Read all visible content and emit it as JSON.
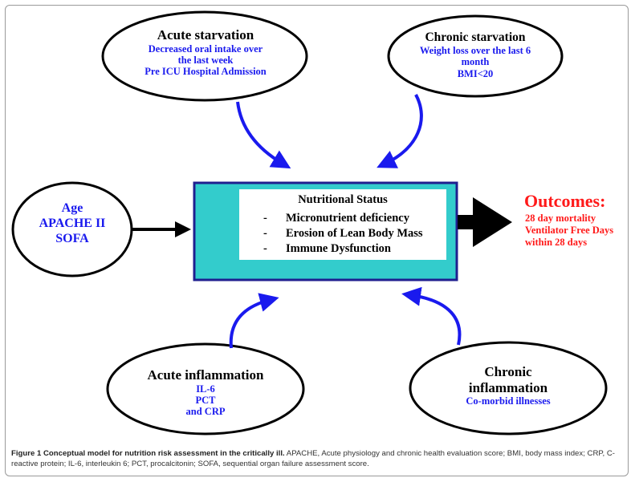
{
  "acute_starvation": {
    "title": "Acute starvation",
    "lines": [
      "Decreased oral intake over",
      "the last week",
      "Pre ICU Hospital Admission"
    ]
  },
  "chronic_starvation": {
    "title": "Chronic starvation",
    "lines": [
      "Weight loss over the last 6",
      "month",
      "BMI<20"
    ]
  },
  "scores": {
    "lines": [
      "Age",
      "APACHE II",
      "SOFA"
    ]
  },
  "nutritional_status": {
    "title": "Nutritional Status",
    "items": [
      "Micronutrient deficiency",
      "Erosion of Lean Body Mass",
      "Immune Dysfunction"
    ],
    "bullet": "-"
  },
  "outcomes": {
    "title": "Outcomes:",
    "lines": [
      "28 day mortality",
      "Ventilator Free Days",
      "within 28 days"
    ]
  },
  "acute_inflammation": {
    "title": "Acute inflammation",
    "lines": [
      "IL-6",
      "PCT",
      "and CRP"
    ]
  },
  "chronic_inflammation": {
    "title_lines": [
      "Chronic",
      "inflammation"
    ],
    "lines": [
      "Co-morbid illnesses"
    ]
  },
  "caption": {
    "label": "Figure 1 Conceptual model for nutrition risk assessment in the critically ill.",
    "text": " APACHE, Acute physiology and chronic health evaluation score; BMI, body mass index; CRP, C-reactive protein; IL-6, interleukin 6; PCT, procalcitonin; SOFA, sequential organ failure assessment score."
  },
  "colors": {
    "box_fill": "#33cccc",
    "box_border": "#1f1f8f",
    "arrow_blue": "#1a1aee",
    "outcome_red": "#ff1a1a"
  }
}
